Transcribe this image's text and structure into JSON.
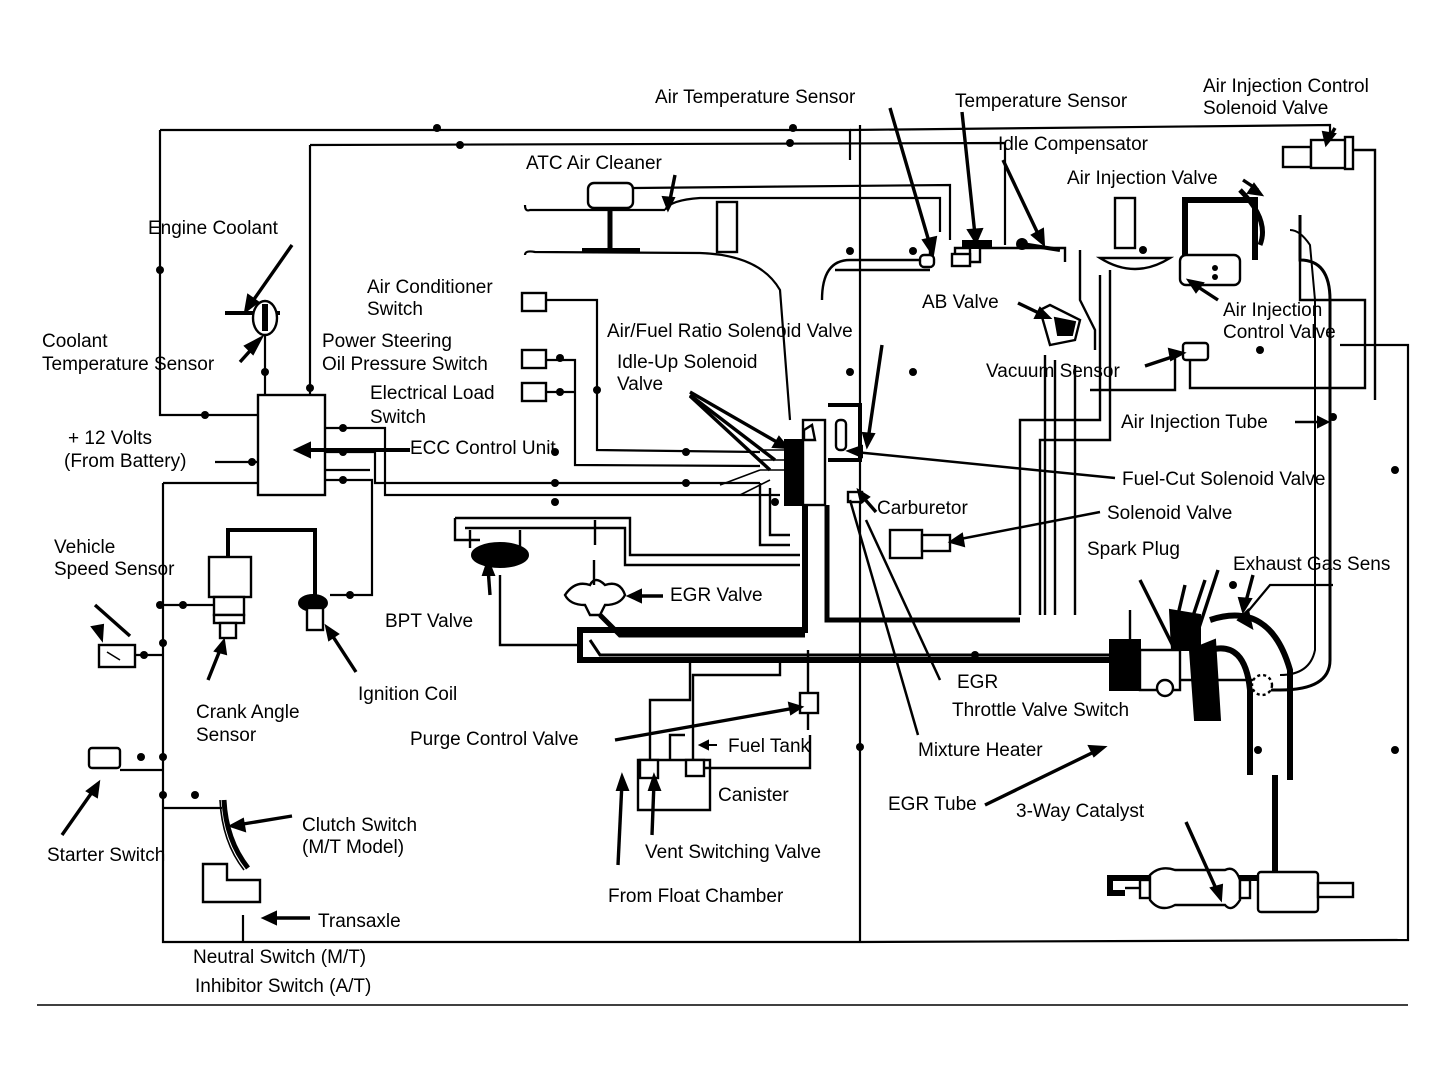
{
  "diagram": {
    "title": "Engine Control System Diagram",
    "line_color": "#000000",
    "background_color": "#ffffff",
    "labels": {
      "air_temperature_sensor": "Air Temperature Sensor",
      "temperature_sensor": "Temperature Sensor",
      "air_injection_control_solenoid_valve_1": "Air Injection Control",
      "air_injection_control_solenoid_valve_2": "Solenoid Valve",
      "idle_compensator": "Idle Compensator",
      "atc_air_cleaner": "ATC Air Cleaner",
      "air_injection_valve": "Air Injection Valve",
      "engine_coolant": "Engine Coolant",
      "air_conditioner_switch_1": "Air Conditioner",
      "air_conditioner_switch_2": "Switch",
      "ab_valve": "AB Valve",
      "air_injection_control_valve_1": "Air Injection",
      "air_injection_control_valve_2": "Control Valve",
      "coolant_temperature_sensor_1": "Coolant",
      "coolant_temperature_sensor_2": "Temperature Sensor",
      "power_steering_switch_1": "Power Steering",
      "power_steering_switch_2": "Oil Pressure Switch",
      "air_fuel_ratio_solenoid_valve": "Air/Fuel Ratio Solenoid Valve",
      "idle_up_solenoid_valve_1": "Idle-Up Solenoid",
      "idle_up_solenoid_valve_2": "Valve",
      "vacuum_sensor": "Vacuum Sensor",
      "electrical_load_switch_1": "Electrical Load",
      "electrical_load_switch_2": "Switch",
      "air_injection_tube": "Air Injection Tube",
      "plus_12_volts_1": "+ 12 Volts",
      "plus_12_volts_2": "(From Battery)",
      "ecc_control_unit": "ECC Control Unit",
      "fuel_cut_solenoid_valve": "Fuel-Cut Solenoid Valve",
      "carburetor": "Carburetor",
      "solenoid_valve": "Solenoid Valve",
      "vehicle_speed_sensor_1": "Vehicle",
      "vehicle_speed_sensor_2": "Speed Sensor",
      "spark_plug": "Spark Plug",
      "exhaust_gas_sensor": "Exhaust Gas Sens",
      "bpt_valve": "BPT Valve",
      "egr_valve": "EGR Valve",
      "ignition_coil": "Ignition Coil",
      "egr": "EGR",
      "crank_angle_sensor_1": "Crank Angle",
      "crank_angle_sensor_2": "Sensor",
      "throttle_valve_switch": "Throttle Valve Switch",
      "purge_control_valve": "Purge Control Valve",
      "fuel_tank": "Fuel Tank",
      "mixture_heater": "Mixture Heater",
      "canister": "Canister",
      "egr_tube": "EGR Tube",
      "three_way_catalyst": "3-Way Catalyst",
      "starter_switch": "Starter Switch",
      "clutch_switch_1": "Clutch Switch",
      "clutch_switch_2": "(M/T Model)",
      "vent_switching_valve": "Vent Switching Valve",
      "from_float_chamber": "From Float Chamber",
      "transaxle": "Transaxle",
      "neutral_switch": "Neutral Switch (M/T)",
      "inhibitor_switch": "Inhibitor Switch (A/T)"
    }
  }
}
